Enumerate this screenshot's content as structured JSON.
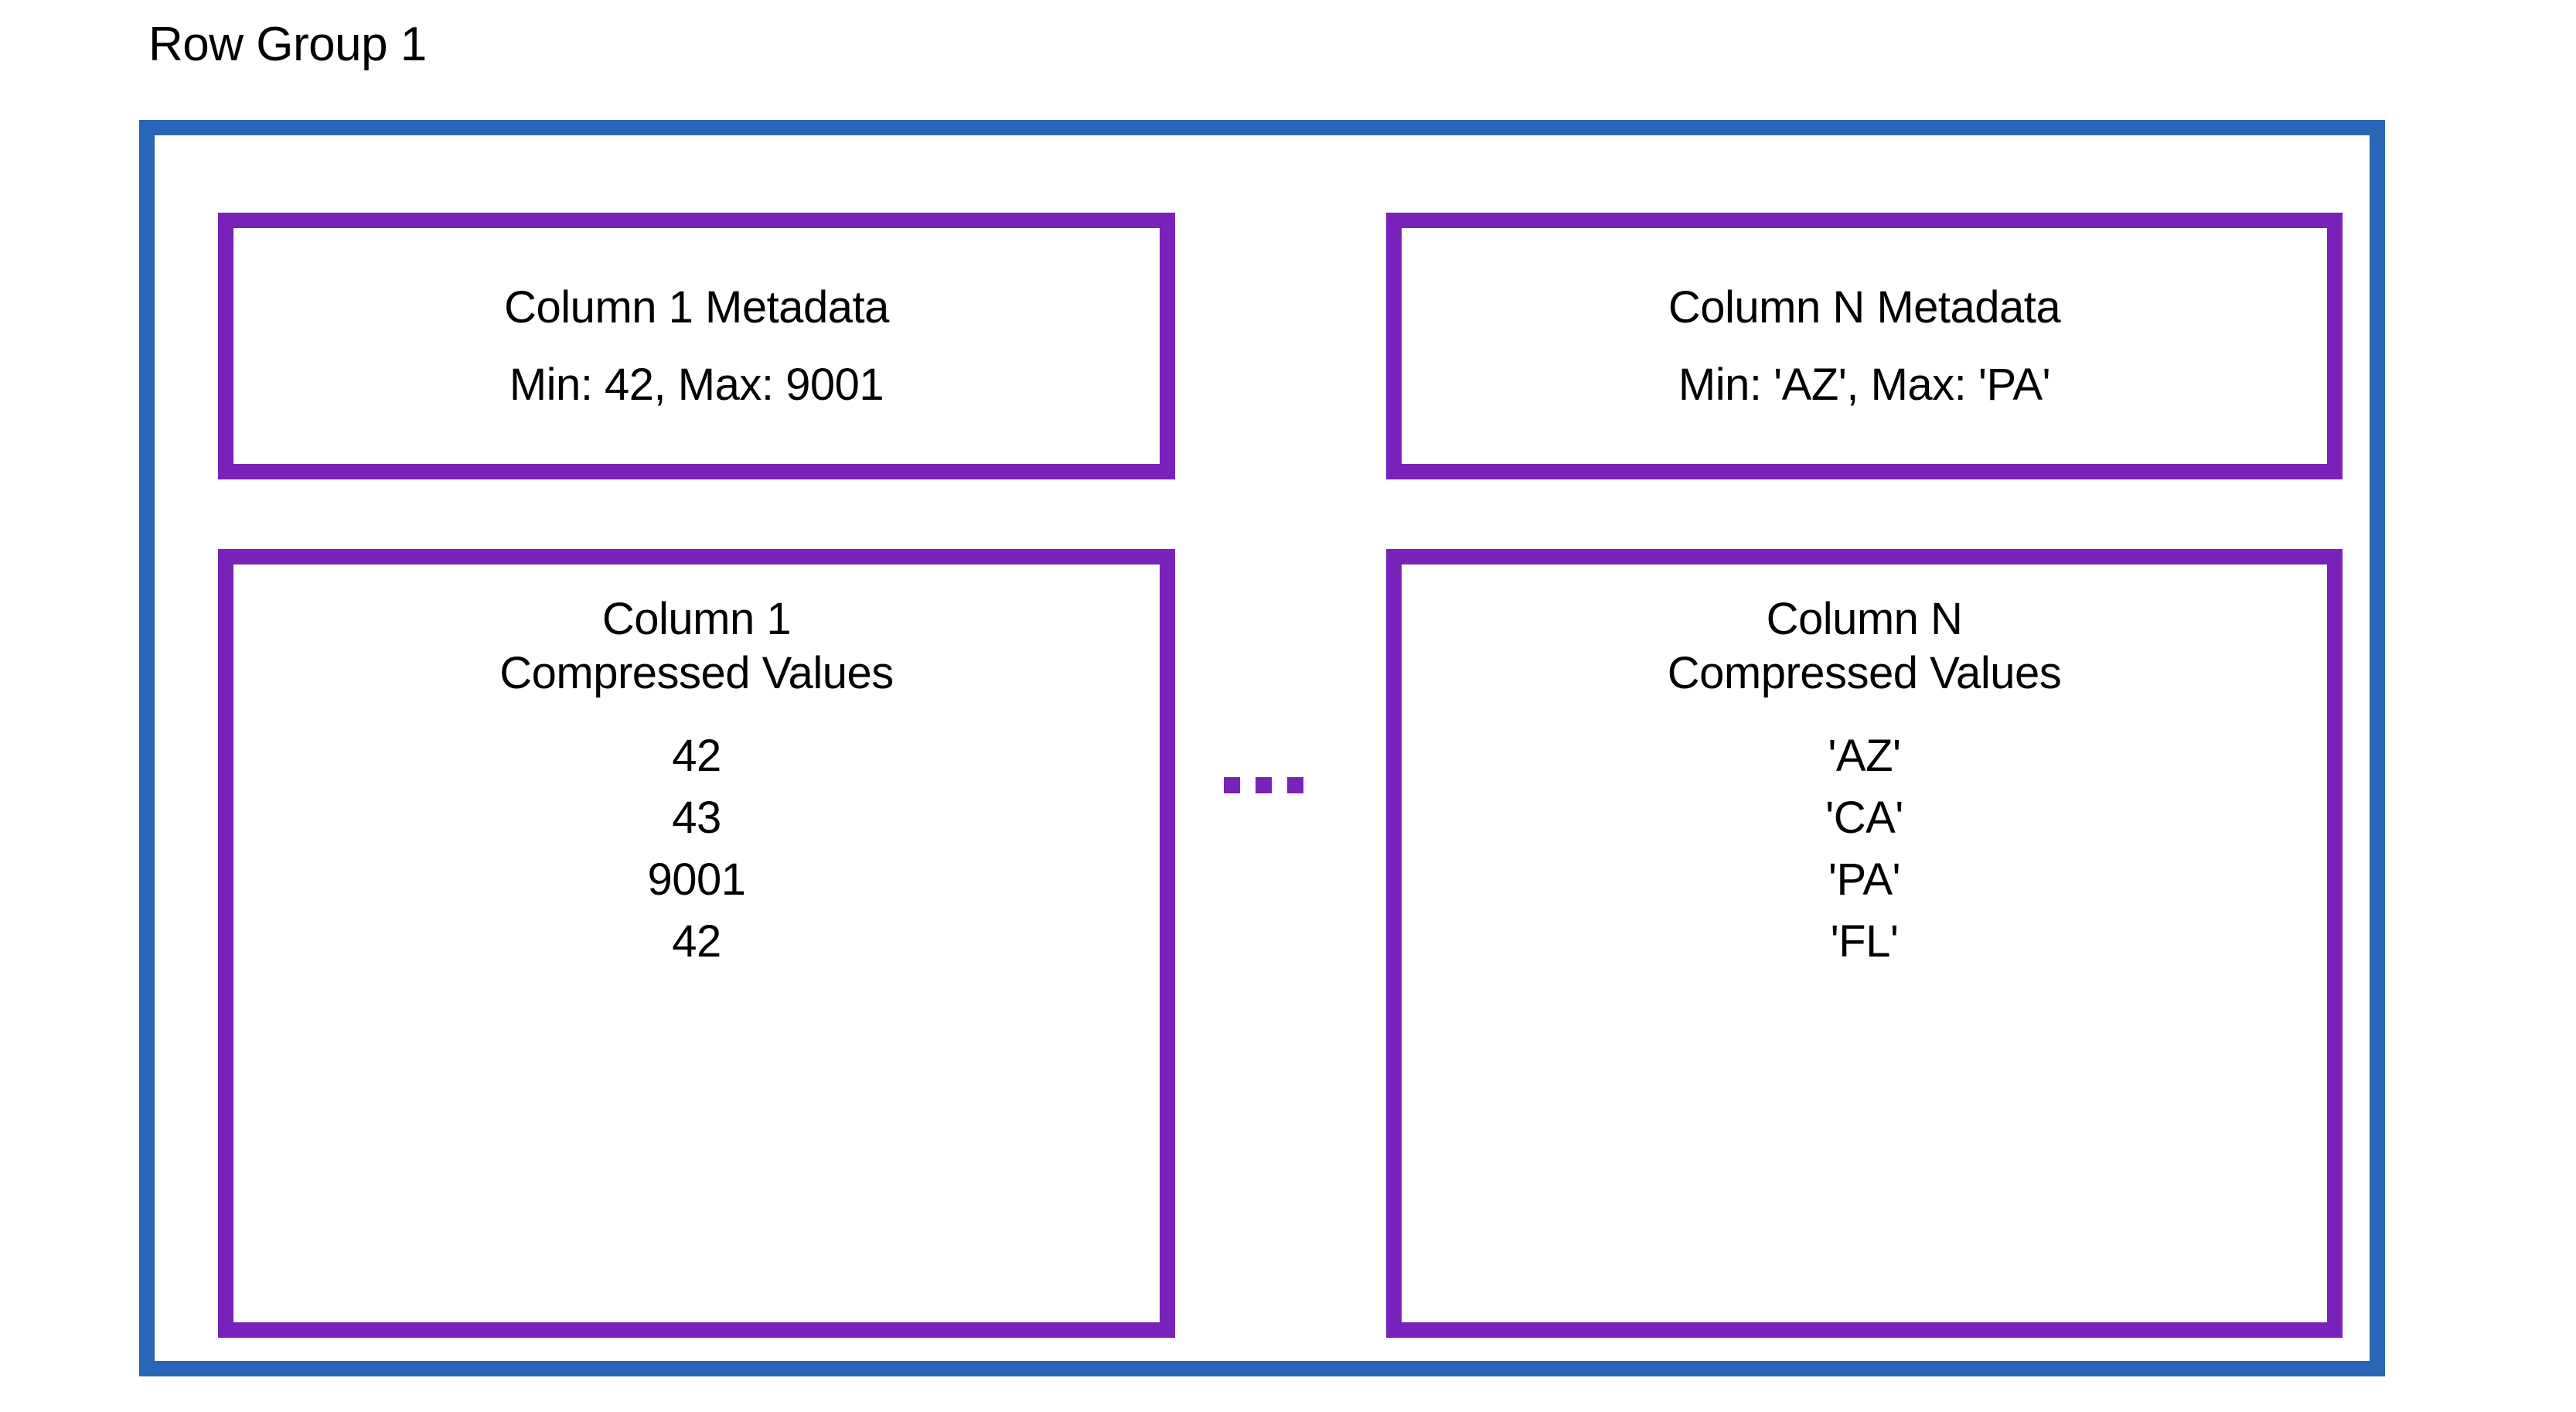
{
  "diagram": {
    "title": "Row Group 1",
    "colors": {
      "row_group_border": "#2a66b7",
      "column_border": "#7822ba",
      "ellipsis": "#7822ba",
      "text": "#000000",
      "background": "#ffffff"
    },
    "ellipsis_label": "...",
    "columns": [
      {
        "metadata": {
          "title": "Column 1 Metadata",
          "stats": "Min: 42, Max: 9001",
          "min": "42",
          "max": "9001"
        },
        "values": {
          "header_line1": "Column 1",
          "header_line2": "Compressed Values",
          "items": [
            "42",
            "43",
            "9001",
            "42"
          ]
        }
      },
      {
        "metadata": {
          "title": "Column N Metadata",
          "stats": "Min: 'AZ', Max: 'PA'",
          "min": "'AZ'",
          "max": "'PA'"
        },
        "values": {
          "header_line1": "Column N",
          "header_line2": "Compressed Values",
          "items": [
            "'AZ'",
            "'CA'",
            "'PA'",
            "'FL'"
          ]
        }
      }
    ]
  }
}
